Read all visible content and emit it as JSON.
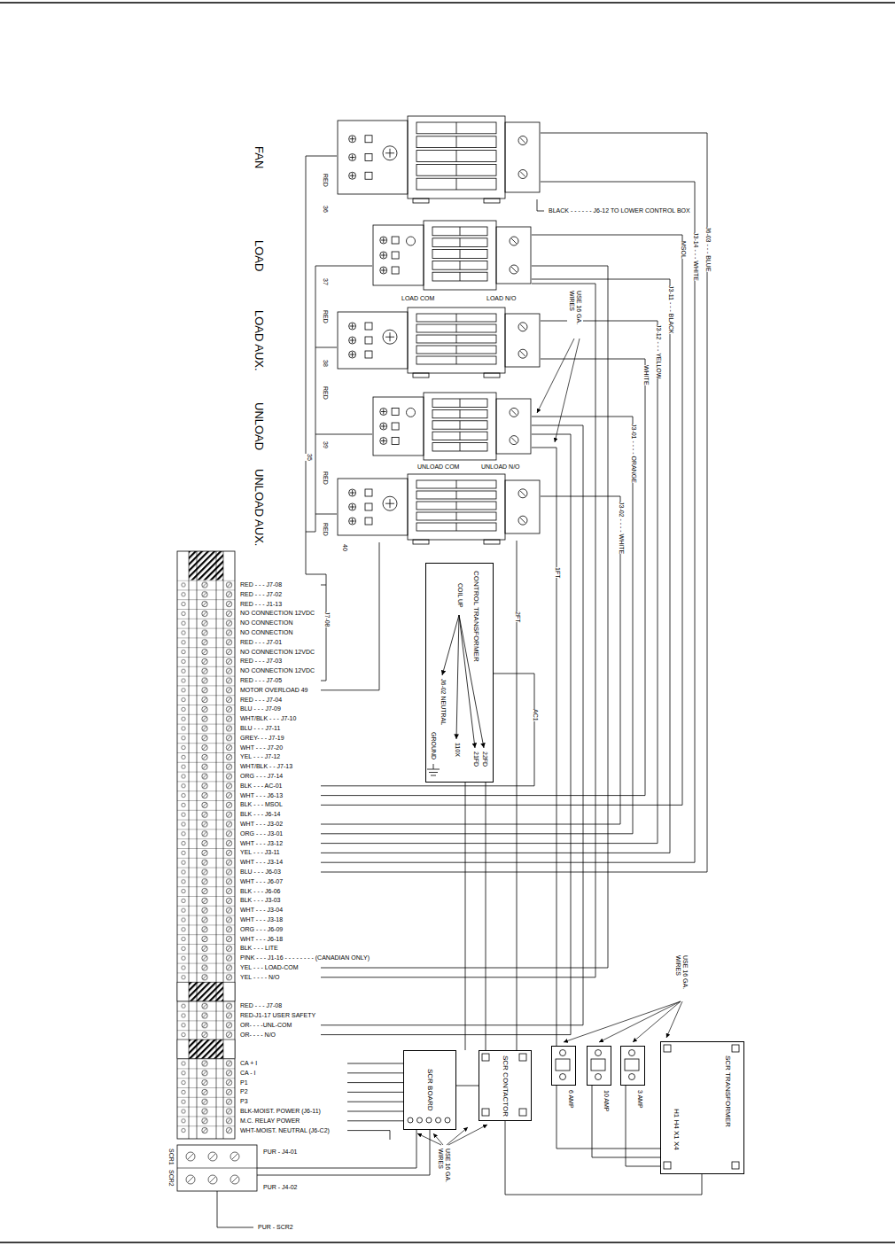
{
  "diagram": {
    "nodes": [
      {
        "text": [
          "FAN"
        ]
      },
      {
        "text": [
          "LOAD"
        ]
      },
      {
        "text": [
          "LOAD AUX."
        ]
      },
      {
        "text": [
          "UNLOAD"
        ]
      },
      {
        "text": [
          "UNLOAD AUX."
        ]
      },
      {
        "text": [
          "CONTROL TRANSFORMER",
          "COIL UP",
          "21FD",
          "22FD",
          "110X",
          "J6-02 NEUTRAL",
          "GROUND"
        ]
      },
      {
        "text": [
          "SCR BOARD"
        ]
      },
      {
        "text": [
          "SCR CONTACTOR"
        ]
      },
      {
        "text": [
          "6 AMP"
        ]
      },
      {
        "text": [
          "10 AMP"
        ]
      },
      {
        "text": [
          "3 AMP"
        ]
      },
      {
        "text": [
          "SCR TRANSFORMER",
          "H1 H4 X1 X4"
        ]
      }
    ],
    "edges": [
      {
        "from": 3,
        "to": 8,
        "label": "1FT",
        "arrow": "none"
      },
      {
        "from": 4,
        "to": 7,
        "label": "2FT",
        "arrow": "none"
      },
      {
        "from": 6,
        "to": 7,
        "arrow": "none"
      },
      {
        "from": 7,
        "to": 11,
        "arrow": "none"
      },
      {
        "from": 8,
        "to": 11,
        "arrow": "none"
      },
      {
        "from": 9,
        "to": 11,
        "arrow": "none"
      },
      {
        "from": 10,
        "to": 11,
        "arrow": "none"
      }
    ],
    "labels": [
      "RED",
      "36",
      "37",
      "RED",
      "38",
      "RED",
      "35",
      "39",
      "RED",
      "RED",
      "40",
      "BLACK - - - - - - J6-12 TO LOWER CONTROL BOX",
      "J6-03 - - - BLUE",
      "J3-14 - - - WHITE",
      "MSOL",
      "J3-11 - - - BLACK",
      "J3-12 - - - YELLOW",
      "WHITE",
      "J3-01 - - - - ORANGE",
      "J3-02 - - - - WHITE",
      "LOAD COM",
      "LOAD N/O",
      "UNLOAD COM",
      "UNLOAD N/O",
      "USE 16 GA. WIRES",
      "AC1",
      "J7-08",
      "RED - - - J7-08",
      "RED - - - J7-02",
      "RED - - - J1-13",
      "NO CONNECTION 12VDC",
      "NO CONNECTION",
      "NO CONNECTION",
      "RED - - - J7-01",
      "NO CONNECTION 12VDC",
      "RED - - - J7-03",
      "NO CONNECTION 12VDC",
      "RED - - - J7-05",
      "MOTOR OVERLOAD 49",
      "RED - - - J7-04",
      "BLU - - - J7-09",
      "WHT/BLK - - - J7-10",
      "BLU - - - J7-11",
      "GREY- - - J7-19",
      "WHT - - - J7-20",
      "YEL - - - J7-12",
      "WHT/BLK - - J7-13",
      "ORG - - - J7-14",
      "BLK - - - AC-01",
      "WHT - - - J6-13",
      "BLK - - - MSOL",
      "BLK - - - J6-14",
      "WHT - - - J3-02",
      "ORG - - - J3-01",
      "WHT - - - J3-12",
      "YEL - - - J3-11",
      "WHT - - - J3-14",
      "BLU - - - J6-03",
      "WHT - - - J6-07",
      "BLK - - - J6-06",
      "BLK - - - J3-03",
      "WHT - - - J3-04",
      "WHT - - - J3-18",
      "ORG - - - J6-09",
      "WHT - - - J6-18",
      "BLK - - - LITE",
      "PINK - - - J1-16 - - - - - - - - (CANADIAN ONLY)",
      "YEL - - - LOAD-COM",
      "YEL - - - - N/O",
      "RED - - - J7-08",
      "RED-J1-17 USER SAFETY",
      "OR- - - -UNL-COM",
      "OR- - - - N/O",
      "CA + I",
      "CA - I",
      "P1",
      "P2",
      "P3",
      "BLK-MOIST. POWER (J6-11)",
      "M.C. RELAY POWER",
      "WHT-MOIST. NEUTRAL (J6-C2)",
      "PUR - J4-01",
      "PUR - J4-02",
      "PUR - SCR2",
      "SCR1",
      "SCR2",
      "USE 16 GA. WIRES",
      "USE 16 GA. WIRES"
    ]
  }
}
